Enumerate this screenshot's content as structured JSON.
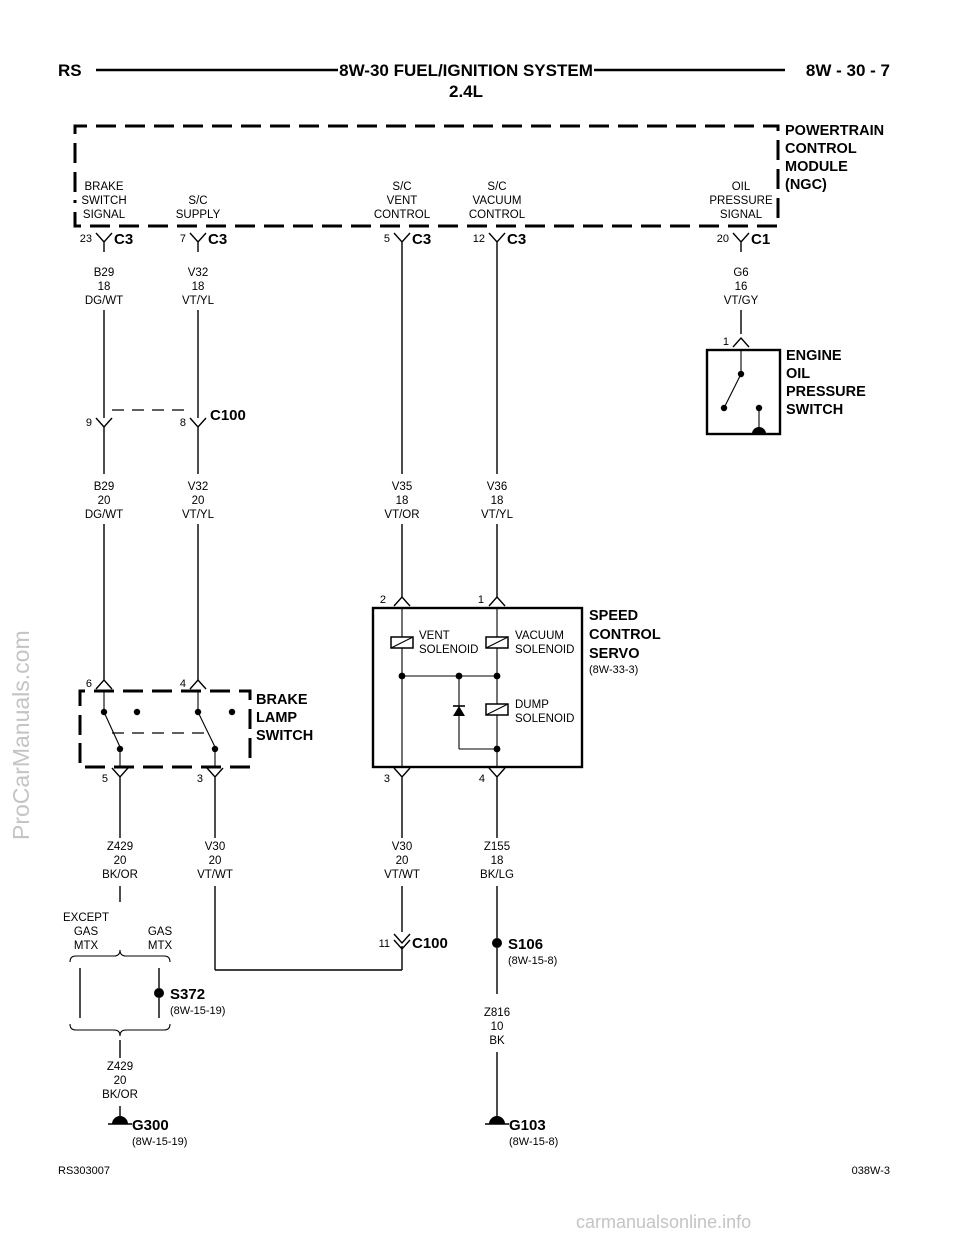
{
  "header": {
    "left": "RS",
    "title": "8W-30 FUEL/IGNITION SYSTEM",
    "subtitle": "2.4L",
    "right": "8W - 30 - 7"
  },
  "modules": {
    "pcm": {
      "lines": [
        "POWERTRAIN",
        "CONTROL",
        "MODULE",
        "(NGC)"
      ]
    },
    "oil_switch": {
      "lines": [
        "ENGINE",
        "OIL",
        "PRESSURE",
        "SWITCH"
      ]
    },
    "servo": {
      "lines": [
        "SPEED",
        "CONTROL",
        "SERVO"
      ],
      "ref": "(8W-33-3)"
    },
    "brake_switch": {
      "lines": [
        "BRAKE",
        "LAMP",
        "SWITCH"
      ]
    }
  },
  "pcm_pins": [
    {
      "label": [
        "BRAKE",
        "SWITCH",
        "SIGNAL"
      ],
      "pin": "23",
      "connector": "C3"
    },
    {
      "label": [
        "S/C",
        "SUPPLY"
      ],
      "pin": "7",
      "connector": "C3"
    },
    {
      "label": [
        "S/C",
        "VENT",
        "CONTROL"
      ],
      "pin": "5",
      "connector": "C3"
    },
    {
      "label": [
        "S/C",
        "VACUUM",
        "CONTROL"
      ],
      "pin": "12",
      "connector": "C3"
    },
    {
      "label": [
        "OIL",
        "PRESSURE",
        "SIGNAL"
      ],
      "pin": "20",
      "connector": "C1"
    }
  ],
  "wires": [
    {
      "id": "B29",
      "gauge": "18",
      "color": "DG/WT"
    },
    {
      "id": "V32",
      "gauge": "18",
      "color": "VT/YL"
    },
    {
      "id": "G6",
      "gauge": "16",
      "color": "VT/GY"
    },
    {
      "id": "B29",
      "gauge": "20",
      "color": "DG/WT"
    },
    {
      "id": "V32",
      "gauge": "20",
      "color": "VT/YL"
    },
    {
      "id": "V35",
      "gauge": "18",
      "color": "VT/OR"
    },
    {
      "id": "V36",
      "gauge": "18",
      "color": "VT/YL"
    },
    {
      "id": "Z429",
      "gauge": "20",
      "color": "BK/OR"
    },
    {
      "id": "V30",
      "gauge": "20",
      "color": "VT/WT"
    },
    {
      "id": "V30",
      "gauge": "20",
      "color": "VT/WT"
    },
    {
      "id": "Z155",
      "gauge": "18",
      "color": "BK/LG"
    },
    {
      "id": "Z816",
      "gauge": "10",
      "color": "BK"
    },
    {
      "id": "Z429",
      "gauge": "20",
      "color": "BK/OR"
    }
  ],
  "connectors": {
    "c100_upper": {
      "name": "C100",
      "pin_a": "9",
      "pin_b": "8"
    },
    "c100_lower": {
      "name": "C100",
      "pin": "11"
    },
    "oil_pin": "1",
    "servo_pins": {
      "vent_in": "2",
      "vac_in": "1",
      "vent_out": "3",
      "vac_out": "4"
    },
    "brake_pins": {
      "top_left": "6",
      "top_right": "4",
      "bottom_left": "5",
      "bottom_right": "3"
    }
  },
  "solenoids": {
    "vent": [
      "VENT",
      "SOLENOID"
    ],
    "vacuum": [
      "VACUUM",
      "SOLENOID"
    ],
    "dump": [
      "DUMP",
      "SOLENOID"
    ]
  },
  "splices": {
    "s106": {
      "name": "S106",
      "ref": "(8W-15-8)"
    },
    "s372": {
      "name": "S372",
      "ref": "(8W-15-19)"
    }
  },
  "grounds": {
    "g300": {
      "name": "G300",
      "ref": "(8W-15-19)"
    },
    "g103": {
      "name": "G103",
      "ref": "(8W-15-8)"
    }
  },
  "options": {
    "except": [
      "EXCEPT",
      "GAS",
      "MTX"
    ],
    "gas": [
      "GAS",
      "MTX"
    ]
  },
  "footer": {
    "left": "RS303007",
    "right": "038W-3"
  },
  "watermarks": {
    "left": "ProCarManuals.com",
    "bottom": "carmanualsonline.info"
  }
}
